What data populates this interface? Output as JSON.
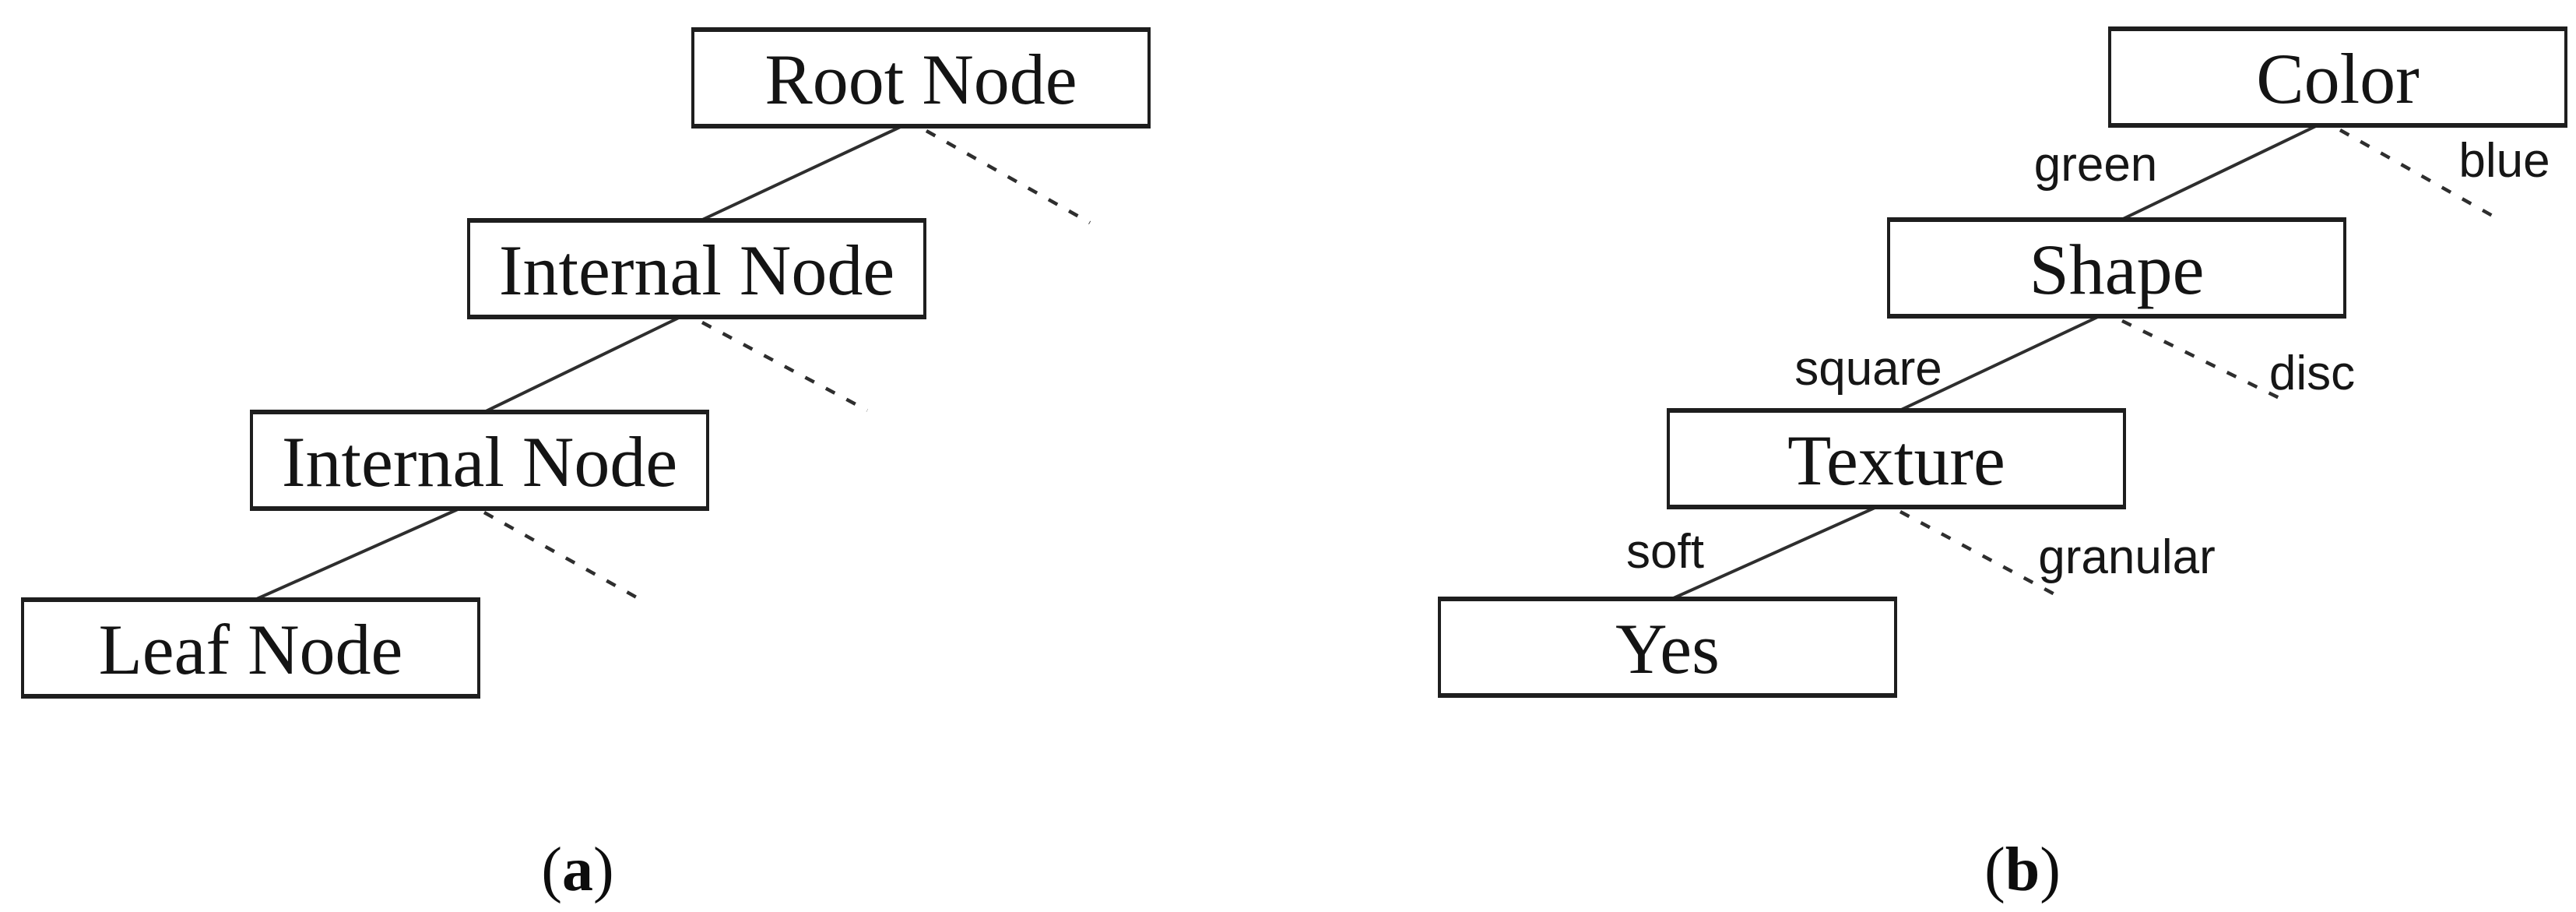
{
  "figure": {
    "background_color": "#ffffff",
    "ink_color": "#1e1e1e",
    "line_color": "#2e2e2e"
  },
  "diagram_a": {
    "caption": {
      "open": "(",
      "letter": "a",
      "close": ")"
    },
    "nodes": [
      {
        "label": "Root Node"
      },
      {
        "label": "Internal Node"
      },
      {
        "label": "Internal Node"
      },
      {
        "label": "Leaf Node"
      }
    ]
  },
  "diagram_b": {
    "caption": {
      "open": "(",
      "letter": "b",
      "close": ")"
    },
    "nodes": [
      {
        "label": "Color"
      },
      {
        "label": "Shape"
      },
      {
        "label": "Texture"
      },
      {
        "label": "Yes"
      }
    ],
    "edge_labels": [
      {
        "left": "green",
        "right": "blue"
      },
      {
        "left": "square",
        "right": "disc"
      },
      {
        "left": "soft",
        "right": "granular"
      }
    ]
  }
}
